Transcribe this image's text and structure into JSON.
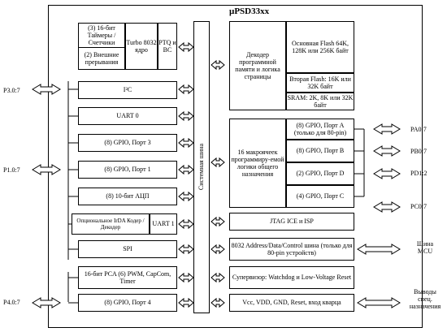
{
  "chip_title": "µPSD33xx",
  "blocks": {
    "timers": "(3) 16-бит Таймеры / Счетчики",
    "ext_irq": "(2) Внешние прерывания",
    "turbo": "Turbo 8032 ядро",
    "ptq": "PTQ и BC",
    "decoder": "Декодер программной памяти и логика страницы",
    "main_flash": "Основная Flash 64K, 128K или 256K байт",
    "second_flash": "Вторая Flash: 16K или 32K байт",
    "sram": "SRAM: 2K, 8K или 32K байт",
    "fc": "I²C",
    "uart0": "UART 0",
    "gpio3": "(8) GPIO, Порт 3",
    "gpio1": "(8) GPIO, Порт 1",
    "adc": "(8) 10-бит АЦП",
    "irda": "Опциональное IrDA Кодер / Декодер",
    "uart1": "UART 1",
    "spi": "SPI",
    "pca": "16-бит PCA (6) PWM, CapCom, Timer",
    "gpio4": "(8) GPIO, Порт 4",
    "bus": "Системная шина",
    "logic16": "16 макроячеек программиру-емой логики общего назначения",
    "gpioA": "(8) GPIO, Порт A (только для 80-pin)",
    "gpioB": "(8) GPIO, Порт B",
    "gpioD": "(2) GPIO, Порт D",
    "gpioC": "(4) GPIO, Порт C",
    "jtag": "JTAG ICE и ISP",
    "addr_bus": "8032 Address/Data/Control шина (только для 80-pin устройств)",
    "supervisor": "Супервизор: Watchdog и Low-Voltage Reset",
    "power": "Vcc, VDD, GND, Reset, вход кварца"
  },
  "pins": {
    "p3": "P3.0:7",
    "p1": "P1.0:7",
    "p4": "P4.0:7",
    "pa": "PA0:7",
    "pb": "PB0:7",
    "pd": "PD1:2",
    "pc": "PC0:7",
    "mcu_bus": "Шина MCU",
    "special": "Выводы спец. назначения"
  }
}
